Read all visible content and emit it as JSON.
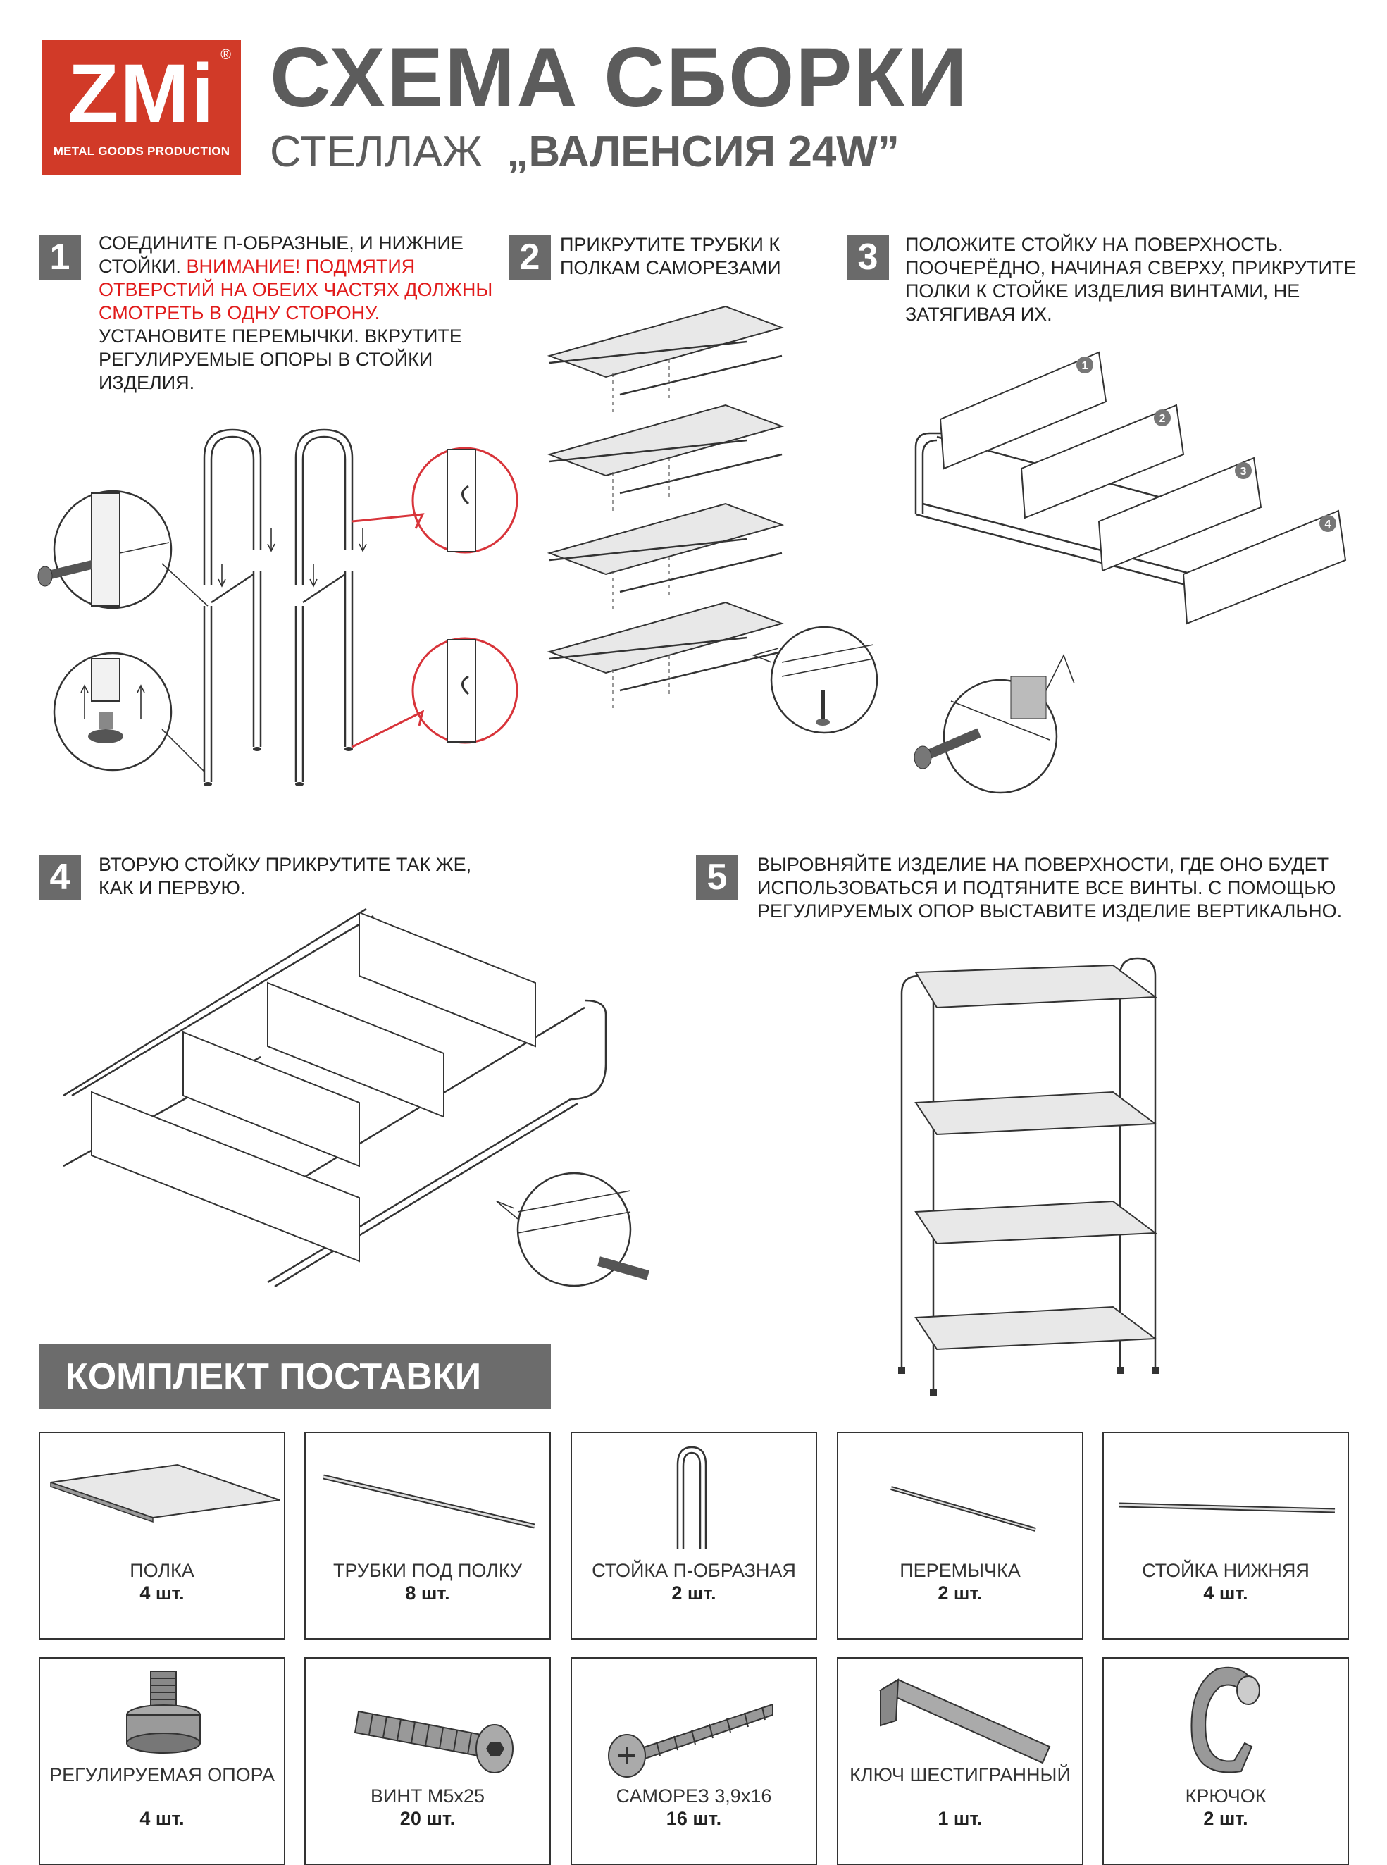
{
  "brand": {
    "logo_main": "ZMi",
    "logo_reg": "®",
    "logo_sub": "METAL GOODS PRODUCTION"
  },
  "title": {
    "main": "СХЕМА СБОРКИ",
    "sub_plain": "СТЕЛЛАЖ",
    "sub_bold": "„ВАЛЕНСИЯ 24W”"
  },
  "steps": [
    {
      "number": "1",
      "text_before": "СОЕДИНИТЕ П-ОБРАЗНЫЕ, И НИЖНИЕ СТОЙКИ. ",
      "text_warning": "ВНИМАНИЕ! ПОДМЯТИЯ ОТВЕРСТИЙ НА ОБЕИХ ЧАСТЯХ ДОЛЖНЫ СМОТРЕТЬ В ОДНУ СТОРОНУ.",
      "text_after": " УСТАНОВИТЕ ПЕРЕМЫЧКИ. ВКРУТИТЕ РЕГУЛИРУЕМЫЕ ОПОРЫ В СТОЙКИ ИЗДЕЛИЯ."
    },
    {
      "number": "2",
      "text": "ПРИКРУТИТЕ ТРУБКИ К ПОЛКАМ САМОРЕЗАМИ"
    },
    {
      "number": "3",
      "text": "ПОЛОЖИТЕ СТОЙКУ НА ПОВЕРХНОСТЬ. ПООЧЕРЁДНО, НАЧИНАЯ СВЕРХУ, ПРИКРУТИТЕ ПОЛКИ К СТОЙКЕ ИЗДЕЛИЯ ВИНТАМИ, НЕ ЗАТЯГИВАЯ ИХ.",
      "shelf_numbers": [
        "1",
        "2",
        "3",
        "4"
      ]
    },
    {
      "number": "4",
      "text": "ВТОРУЮ СТОЙКУ ПРИКРУТИТЕ ТАК ЖЕ, КАК И ПЕРВУЮ."
    },
    {
      "number": "5",
      "text": "ВЫРОВНЯЙТЕ ИЗДЕЛИЕ НА ПОВЕРХНОСТИ, ГДЕ ОНО БУДЕТ ИСПОЛЬЗОВАТЬСЯ И ПОДТЯНИТЕ ВСЕ ВИНТЫ. С ПОМОЩЬЮ РЕГУЛИРУЕМЫХ ОПОР ВЫСТАВИТЕ ИЗДЕЛИЕ ВЕРТИКАЛЬНО."
    }
  ],
  "kit": {
    "header": "КОМПЛЕКТ ПОСТАВКИ",
    "items": [
      {
        "name": "ПОЛКА",
        "qty": "4 шт.",
        "icon": "shelf-icon"
      },
      {
        "name": "ТРУБКИ ПОД ПОЛКУ",
        "qty": "8 шт.",
        "icon": "tube-icon"
      },
      {
        "name": "СТОЙКА П-ОБРАЗНАЯ",
        "qty": "2 шт.",
        "icon": "u-post-icon"
      },
      {
        "name": "ПЕРЕМЫЧКА",
        "qty": "2 шт.",
        "icon": "crossbar-icon"
      },
      {
        "name": "СТОЙКА НИЖНЯЯ",
        "qty": "4 шт.",
        "icon": "lower-post-icon"
      },
      {
        "name": "РЕГУЛИРУЕМАЯ ОПОРА",
        "qty": "4 шт.",
        "icon": "adjustable-foot-icon"
      },
      {
        "name": "ВИНТ М5х25",
        "qty": "20 шт.",
        "icon": "bolt-icon"
      },
      {
        "name": "САМОРЕЗ 3,9х16",
        "qty": "16 шт.",
        "icon": "self-tapping-screw-icon"
      },
      {
        "name": "КЛЮЧ ШЕСТИГРАННЫЙ",
        "qty": "1 шт.",
        "icon": "hex-key-icon"
      },
      {
        "name": "КРЮЧОК",
        "qty": "2 шт.",
        "icon": "hook-icon"
      }
    ]
  },
  "colors": {
    "brand_red": "#d13a28",
    "warning_red": "#e11b1b",
    "title_gray": "#5c5c5c",
    "badge_gray": "#6a6a6a"
  }
}
